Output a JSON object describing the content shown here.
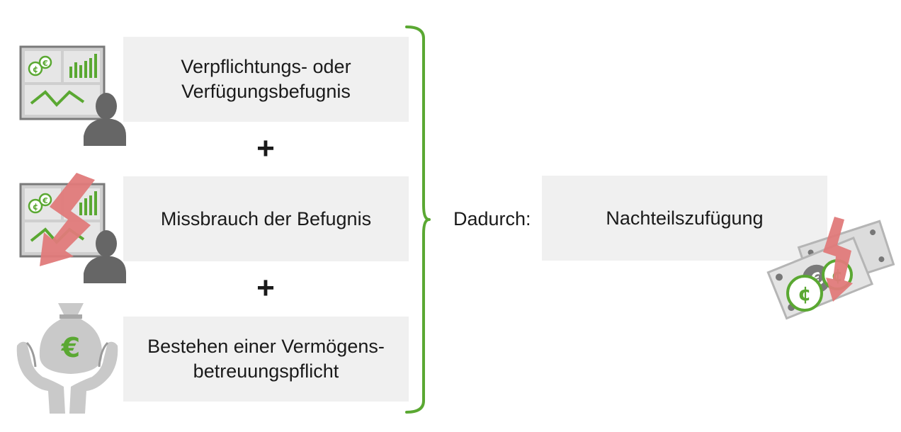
{
  "steps": [
    {
      "line1": "Verpflichtungs- oder",
      "line2": "Verfügungsbefugnis"
    },
    {
      "line1": "Missbrauch der Befugnis",
      "line2": ""
    },
    {
      "line1": "Bestehen einer Vermögens-",
      "line2": "betreuungspflicht"
    }
  ],
  "operators": {
    "plus1": "+",
    "plus2": "+"
  },
  "connector_label": "Dadurch:",
  "result": {
    "label": "Nachteilszufügung"
  },
  "icons": {
    "step1": "monitor-with-person-icon",
    "step2": "monitor-with-person-down-arrow-icon",
    "step3": "hands-holding-money-bag-icon",
    "result": "banknotes-coins-down-arrow-icon"
  },
  "colors": {
    "accent_green": "#5aa832",
    "box_gray": "#f0f0f0",
    "arrow_red": "#e07a7a",
    "icon_gray": "#6e6e6e"
  }
}
